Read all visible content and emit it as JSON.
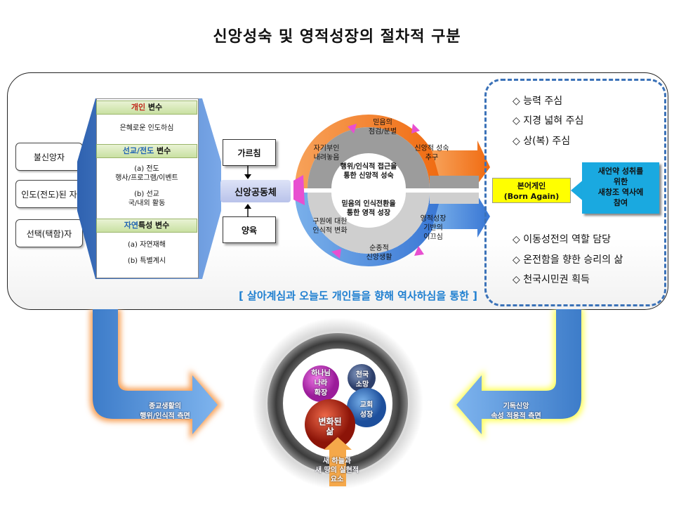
{
  "title": "신앙성숙 및 영적성장의 절차적 구분",
  "left_stages": [
    "불신앙자",
    "인도(전도)된 자",
    "선택(택함)자"
  ],
  "variables": {
    "personal": {
      "red": "개인",
      "rest": " 변수",
      "item": "은혜로운 인도하심"
    },
    "mission": {
      "blue": "선교/전도",
      "rest": " 변수",
      "item_a": "(a) 전도\n행사/프로그램/이벤트",
      "item_b": "(b) 선교\n국/내외 활동"
    },
    "natural": {
      "blue": "자연",
      "rest": "특성 변수",
      "item_a": "(a) 자연재해",
      "item_b": "(b) 특별계시"
    }
  },
  "community": {
    "teaching": "가르침",
    "center": "신앙공동체",
    "nurture": "양육"
  },
  "cycle": {
    "upper_inner": "행위/인식적 접근을\n통한 신앙적 성숙",
    "lower_inner": "믿음의 인식전환을\n통한 영적 성장",
    "top": "믿음의\n점검/분별",
    "upper_left": "자기부인\n내려놓음",
    "upper_right": "신앙적 성숙\n추구",
    "lower_left": "구원에 대한\n인식적 변화",
    "lower_right": "영적성장\n기반의\n이끄심",
    "bottom": "순종적\n신앙생활"
  },
  "right": {
    "top_items": [
      "◇ 능력 주심",
      "◇ 지경 넓혀 주심",
      "◇ 상(복) 주심"
    ],
    "born_again": "본어게인\n(Born Again)",
    "covenant": "새언약 성취를\n위한\n새창조 역사에\n참여",
    "bottom_items": [
      "◇ 이동성전의 역할 담당",
      "◇ 온전함을 향한 승리의 삶",
      "◇ 천국시민권 획득"
    ]
  },
  "banner": "[ 살아계심과 오늘도 개인들을 향해 역사하심을 통한 ]",
  "bottom": {
    "left_arrow": "종교생활의\n행위/인식적 측면",
    "right_arrow": "기독신앙\n속성 적용적 측면",
    "kingdom": "하나님\n나라\n확장",
    "heaven": "천국\n소망",
    "church": "교회\n성장",
    "changed": "변화된\n삶",
    "bottom_arrow": "새 하늘과\n새 땅의 실현적\n요소"
  },
  "colors": {
    "orange": "#f07a1a",
    "blue_arrow": "#4a86d4",
    "cyan": "#1aa9e0",
    "yellow": "#ffff00"
  }
}
